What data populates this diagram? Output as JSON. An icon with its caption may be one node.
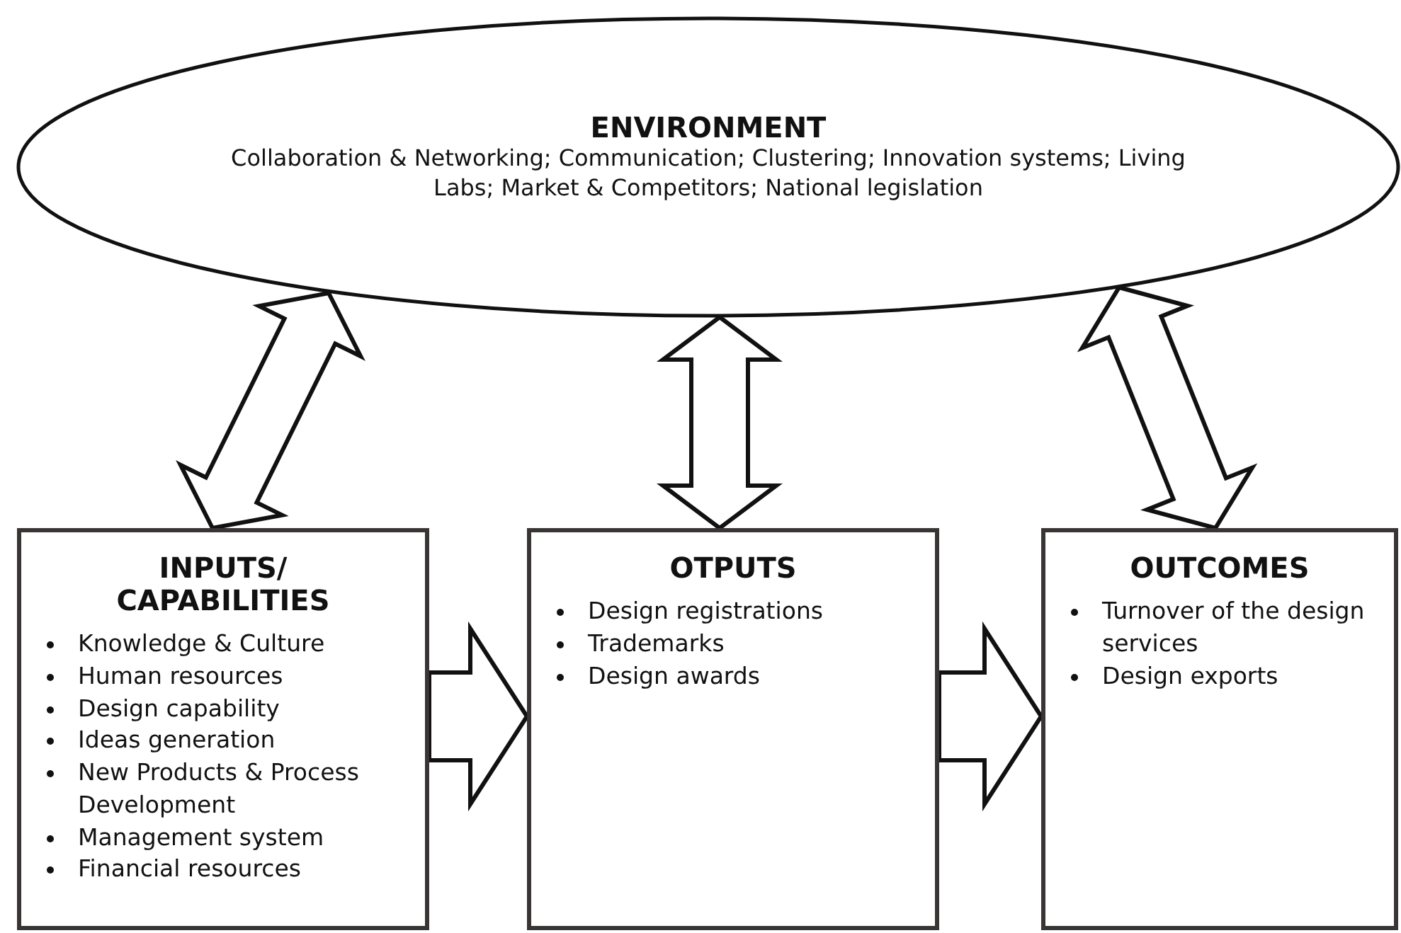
{
  "diagram": {
    "nodes": [
      {
        "text": [
          "ENVIRONMENT",
          "Collaboration & Networking; Communication; Clustering; Innovation systems; Living Labs; Market & Competitors; National legislation"
        ]
      },
      {
        "text": [
          "INPUTS/ CAPABILITIES",
          "Knowledge & Culture",
          "Human resources",
          "Design capability",
          "Ideas generation",
          "New Products & Process Development",
          "Management system",
          "Financial resources"
        ]
      },
      {
        "text": [
          "OTPUTS",
          "Design registrations",
          "Trademarks",
          "Design awards"
        ]
      },
      {
        "text": [
          "OUTCOMES",
          "Turnover of the design services",
          "Design exports"
        ]
      }
    ],
    "edges": [
      {
        "from": 0,
        "to": 1,
        "arrow": "both"
      },
      {
        "from": 0,
        "to": 2,
        "arrow": "both"
      },
      {
        "from": 0,
        "to": 3,
        "arrow": "both"
      },
      {
        "from": 1,
        "to": 2,
        "arrow": "to"
      },
      {
        "from": 2,
        "to": 3,
        "arrow": "to"
      }
    ]
  }
}
